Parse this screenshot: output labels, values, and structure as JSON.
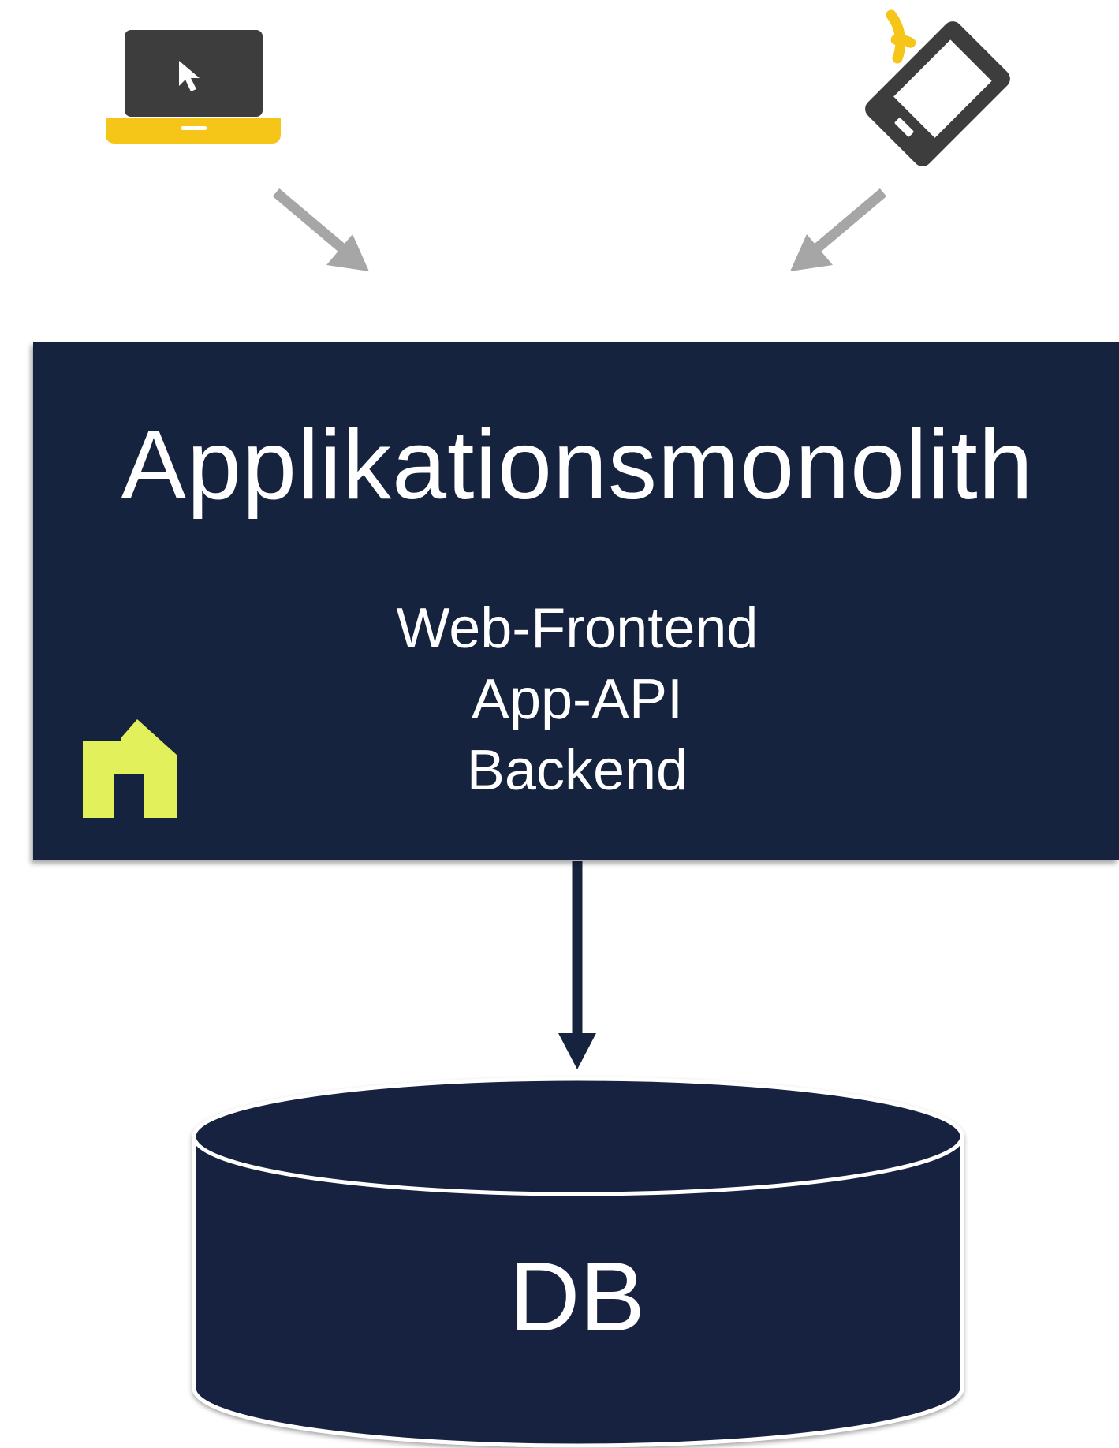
{
  "diagram": {
    "monolith": {
      "title": "Applikationsmonolith",
      "components": [
        "Web-Frontend",
        "App-API",
        "Backend"
      ]
    },
    "database": {
      "label": "DB"
    },
    "clients": [
      {
        "icon": "laptop-icon"
      },
      {
        "icon": "smartphone-wireless-icon"
      }
    ],
    "colors": {
      "navy": "#16233f",
      "accent_yellow": "#f5c518",
      "logo_lime": "#e2f05c",
      "arrow_gray": "#a6a6a6",
      "device_gray": "#3d3d3d"
    }
  }
}
